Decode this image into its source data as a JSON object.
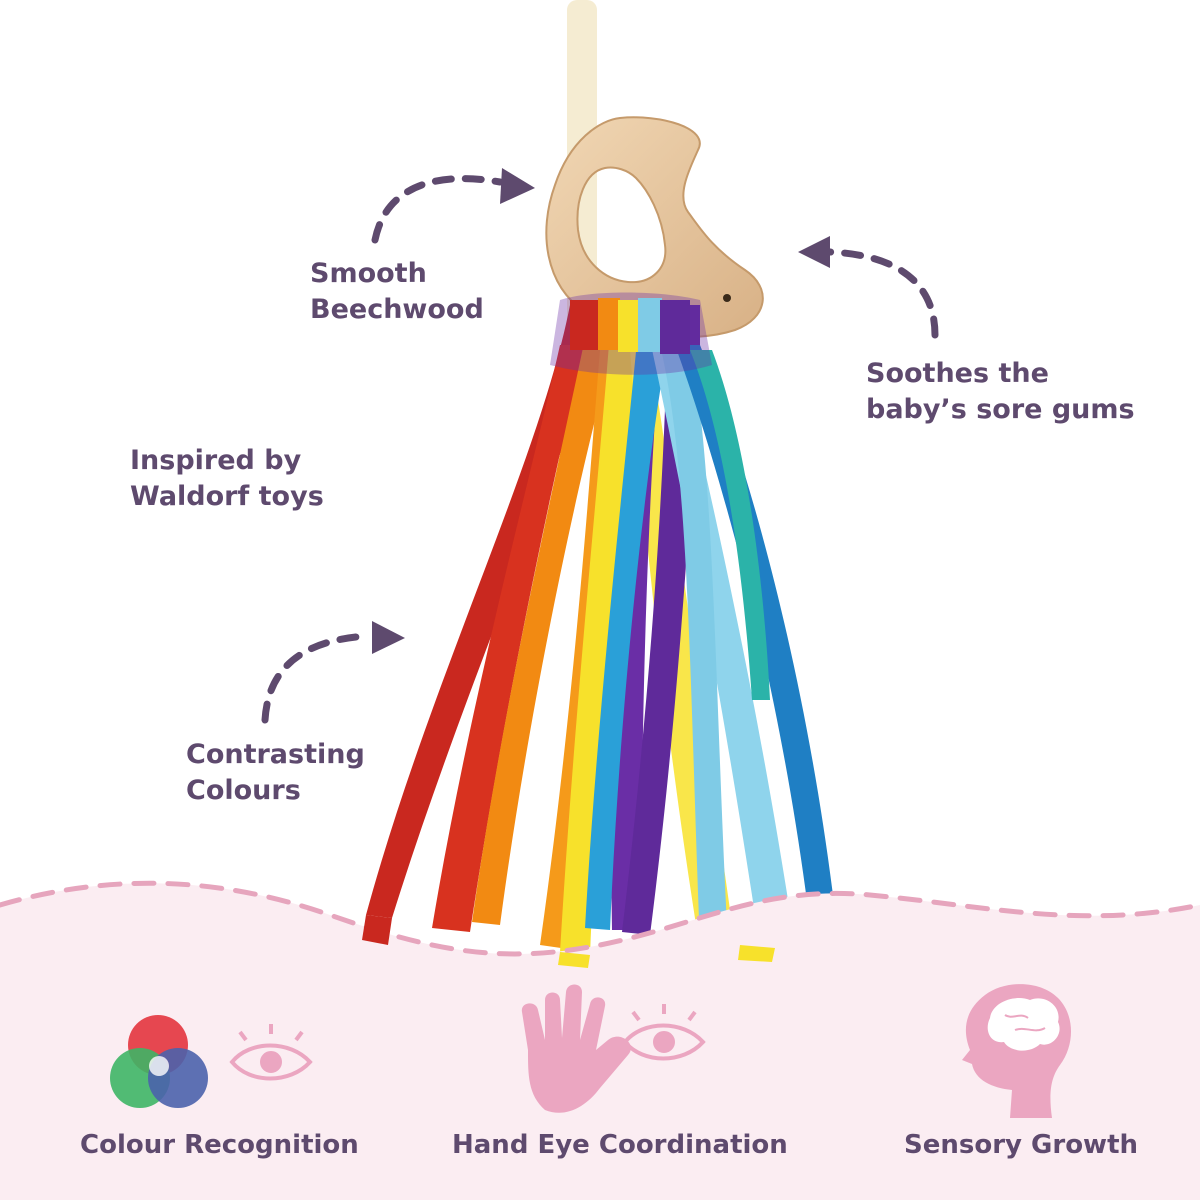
{
  "callouts": {
    "beechwood": [
      "Smooth",
      "Beechwood"
    ],
    "gums": [
      "Soothes the",
      "baby’s sore gums"
    ],
    "waldorf": [
      "Inspired by",
      "Waldorf toys"
    ],
    "colours": [
      "Contrasting",
      "Colours"
    ]
  },
  "benefits": {
    "colour": "Colour Recognition",
    "hand_eye": "Hand Eye Coordination",
    "sensory": "Sensory Growth"
  },
  "icons": {
    "colour": [
      "rgb-circles-icon",
      "eye-icon"
    ],
    "hand_eye": [
      "hand-icon",
      "eye-icon"
    ],
    "sensory": [
      "head-brain-icon"
    ]
  },
  "colors": {
    "text": "#5e4a6e",
    "arrow": "#5e4a6e",
    "pink_band": "#fbedf2",
    "pink_dash": "#e6a5bd",
    "pink_icon": "#eba6c1",
    "ribbons": [
      "#c9281f",
      "#f28a12",
      "#f7e12b",
      "#5f2a9a",
      "#2aa0d8",
      "#8fd4ec",
      "#1f7fc4"
    ]
  }
}
